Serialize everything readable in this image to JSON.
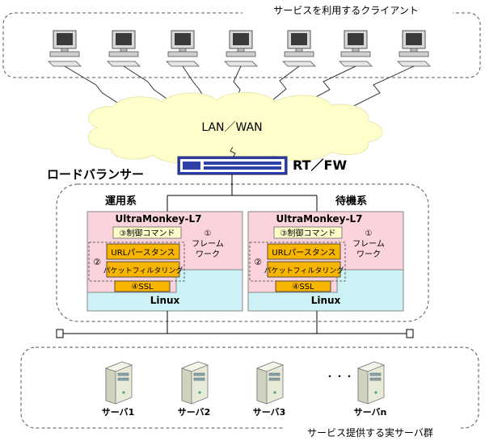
{
  "clients": {
    "label": "サービスを利用するクライアント",
    "count": 7,
    "icon": "desktop-computer-icon"
  },
  "network": {
    "label": "LAN／WAN",
    "icon": "cloud-icon"
  },
  "router": {
    "label": "RT／FW",
    "icon": "router-firewall-icon"
  },
  "load_balancer": {
    "label": "ロードバランサー",
    "nodes": [
      {
        "role": "運用系",
        "title": "UltraMonkey-L7",
        "control_command": "③制御コマンド",
        "framework": "①\nフレーム\nワーク",
        "module_group_marker": "②",
        "url_parser": "URLパースタンス",
        "packet_filter": "パケットフィルタリング",
        "ssl": "④SSL",
        "os": "Linux"
      },
      {
        "role": "待機系",
        "title": "UltraMonkey-L7",
        "control_command": "③制御コマンド",
        "framework": "①\nフレーム\nワーク",
        "module_group_marker": "②",
        "url_parser": "URLパースタンス",
        "packet_filter": "パケットフィルタリング",
        "ssl": "④SSL",
        "os": "Linux"
      }
    ]
  },
  "servers": {
    "label": "サービス提供する実サーバ群",
    "ellipsis": "・・・",
    "icon": "server-tower-icon",
    "items": [
      "サーバ1",
      "サーバ2",
      "サーバ3",
      "サーバn"
    ]
  },
  "colors": {
    "node_pink": "#fbd3dc",
    "linux_cyan": "#ccf2f5",
    "command_yellow": "#ffffcc",
    "module_orange": "#f7b500",
    "router_blue": "#2f3fa8",
    "cloud_yellow": "#ffffcc"
  }
}
